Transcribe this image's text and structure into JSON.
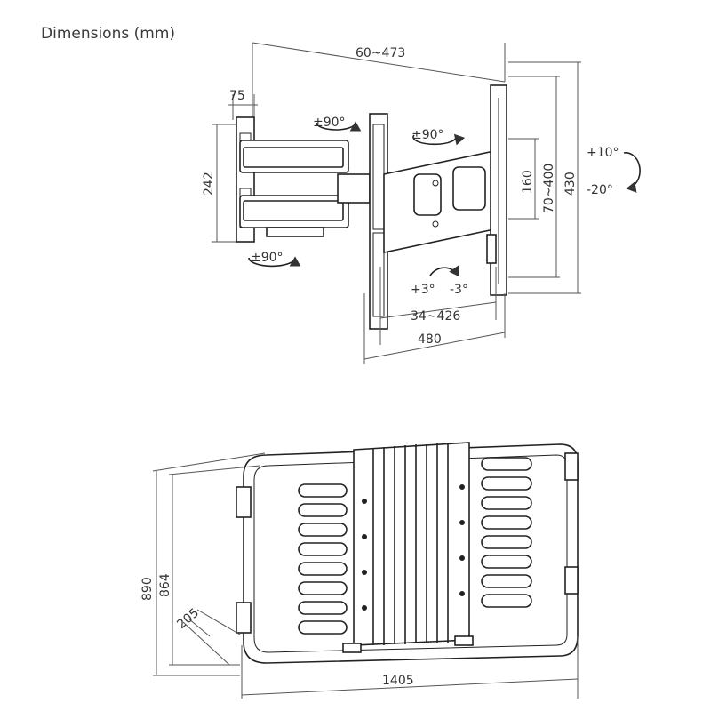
{
  "title": "Dimensions (mm)",
  "top_view": {
    "arm_extension": "60~473",
    "wall_plate_width": "75",
    "wall_plate_height": "242",
    "rotate_1": "±90°",
    "rotate_2": "±90°",
    "rotate_3": "±90°",
    "tilt_up": "+10°",
    "tilt_down": "-20°",
    "roll_plus": "+3°",
    "roll_minus": "-3°",
    "vesa_height_1": "160",
    "vesa_height_2": "70~400",
    "bracket_height": "430",
    "vesa_width": "34~426",
    "bracket_width": "480"
  },
  "bottom_view": {
    "outer_height": "890",
    "inner_height": "864",
    "depth": "205",
    "width": "1405"
  }
}
